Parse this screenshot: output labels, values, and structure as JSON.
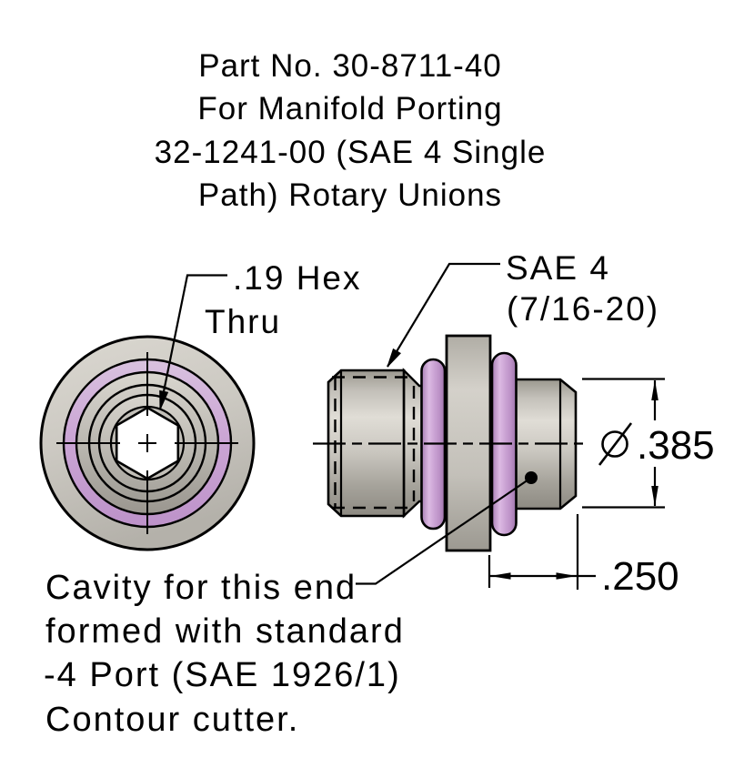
{
  "drawing": {
    "title_lines": [
      "Part No. 30-8711-40",
      "For Manifold Porting",
      "32-1241-00 (SAE 4 Single",
      "Path) Rotary Unions"
    ],
    "callouts": {
      "hex": {
        "line1": ".19 Hex",
        "line2": "Thru"
      },
      "sae": {
        "line1": "SAE 4",
        "line2": "(7/16-20)"
      },
      "cavity": {
        "line1": "Cavity for this end",
        "line2": "formed with standard",
        "line3": "-4 Port (SAE 1926/1)",
        "line4": "Contour cutter."
      }
    },
    "dimensions": {
      "diameter_value": ".385",
      "length_value": ".250"
    },
    "colors": {
      "metal_gray": "#c9c6bf",
      "oring_purple": "#cda6d6",
      "line": "#000000",
      "background": "#ffffff"
    }
  }
}
